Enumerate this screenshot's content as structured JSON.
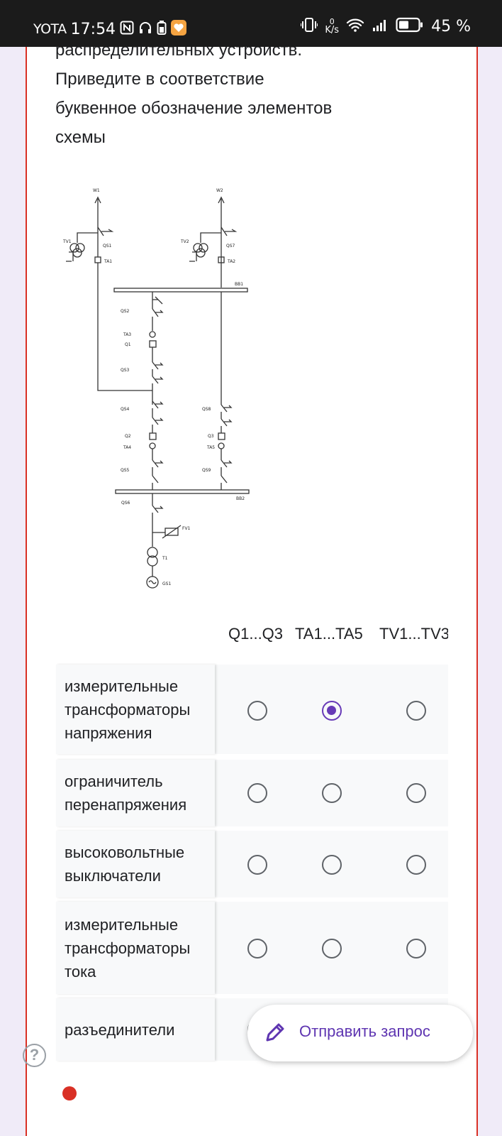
{
  "status_bar": {
    "carrier": "YOTA",
    "time": "17:54",
    "net_speed_value": "0",
    "net_speed_unit": "K/s",
    "battery_percent": "45 %"
  },
  "question": {
    "lines": [
      "распределительных устройств.",
      "Приведите в соответствие",
      "буквенное обозначение элементов",
      "схемы"
    ]
  },
  "schematic": {
    "labels": {
      "w1": "W1",
      "w2": "W2",
      "tv1": "TV1",
      "tv2": "TV2",
      "qs1": "QS1",
      "qs7": "QS7",
      "ta1": "TA1",
      "ta2": "TA2",
      "bb1": "BB1",
      "qs2": "QS2",
      "ta3": "TA3",
      "q1": "Q1",
      "qs3": "QS3",
      "qs4": "QS4",
      "qs8": "QS8",
      "q2": "Q2",
      "q3": "Q3",
      "ta4": "TA4",
      "ta5": "TA5",
      "qs5": "QS5",
      "qs9": "QS9",
      "bb2": "BB2",
      "qs6": "QS6",
      "fv1": "FV1",
      "t1": "T1",
      "gs1": "GS1"
    }
  },
  "grid": {
    "columns": [
      "Q1...Q3",
      "TA1...TA5",
      "TV1...TV3"
    ],
    "rows": [
      {
        "label": "измерительные трансформаторы напряжения",
        "selected": 1
      },
      {
        "label": "ограничитель перенапряжения",
        "selected": null
      },
      {
        "label": "высоковольтные выключатели",
        "selected": null
      },
      {
        "label": "измерительные трансформаторы тока",
        "selected": null
      },
      {
        "label": "разъединители",
        "selected": null
      }
    ]
  },
  "fab": {
    "label": "Отправить запрос",
    "icon": "pencil-icon"
  },
  "help": {
    "glyph": "?"
  },
  "colors": {
    "accent": "#673ab7",
    "error": "#d93025",
    "background": "#f0ebf8"
  }
}
